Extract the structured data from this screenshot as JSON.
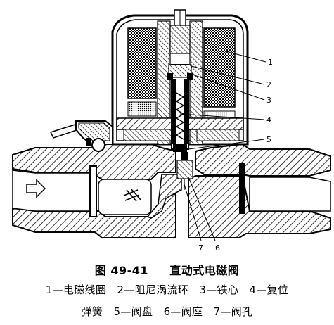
{
  "figure": {
    "number": "图 49-41",
    "title": "直动式电磁阀",
    "legend_line1": "1—电磁线圈　2—阻尼涡流环　3—铁心　4—复位",
    "legend_line2": "弹簧　5—阀盘　6—阀座　7—阀孔"
  },
  "callouts": [
    "1",
    "2",
    "3",
    "4",
    "5",
    "6",
    "7"
  ]
}
